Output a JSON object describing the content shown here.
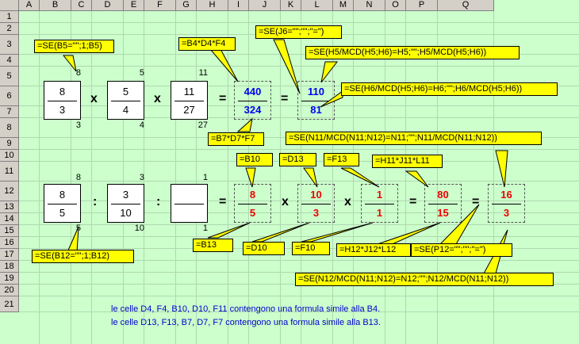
{
  "columns": [
    "A",
    "B",
    "C",
    "D",
    "E",
    "F",
    "G",
    "H",
    "I",
    "J",
    "K",
    "L",
    "M",
    "N",
    "O",
    "P",
    "Q"
  ],
  "rows": [
    "1",
    "2",
    "3",
    "4",
    "5",
    "6",
    "7",
    "8",
    "9",
    "10",
    "11",
    "12",
    "13",
    "14",
    "15",
    "16",
    "17",
    "18",
    "19",
    "20",
    "21"
  ],
  "row1": {
    "b_top": "8",
    "b_num": "8",
    "b_den": "3",
    "b_bot": "3",
    "d_top": "5",
    "d_num": "5",
    "d_den": "4",
    "d_bot": "4",
    "f_top": "11",
    "f_num": "11",
    "f_den": "27",
    "f_bot": "27",
    "h_num": "440",
    "h_den": "324",
    "j_num": "110",
    "j_den": "81",
    "op_times": "x",
    "op_eq": "="
  },
  "row2": {
    "b_top": "8",
    "b_num": "8",
    "b_den": "5",
    "b_bot": "5",
    "d_top": "3",
    "d_num": "3",
    "d_den": "10",
    "d_bot": "10",
    "f_top": "1",
    "f_bot": "1",
    "h_num": "8",
    "h_den": "5",
    "j_num": "10",
    "j_den": "3",
    "l_num": "1",
    "l_den": "1",
    "n_num": "80",
    "n_den": "15",
    "p_num": "16",
    "p_den": "3",
    "op_div": ":",
    "op_times": "x",
    "op_eq": "="
  },
  "callouts": {
    "c_b5": "=SE(B5=\"\";1;B5)",
    "c_h5": "=B4*D4*F4",
    "c_j6": "=SE(J6=\"\";\"\";\"=\")",
    "c_j5": "=SE(H5/MCD(H5;H6)=H5;\"\";H5/MCD(H5;H6))",
    "c_j6b": "=SE(H6/MCD(H5;H6)=H6;\"\";H6/MCD(H5;H6))",
    "c_h6": "=B7*D7*F7",
    "c_p11": "=SE(N11/MCD(N11;N12)=N11;\"\";N11/MCD(N11;N12))",
    "c_h11": "=B10",
    "c_j11": "=D13",
    "c_l11": "=F13",
    "c_n11": "=H11*J11*L11",
    "c_b12": "=SE(B12=\"\";1;B12)",
    "c_h12": "=B13",
    "c_j12": "=D10",
    "c_l12": "=F10",
    "c_n12": "=H12*J12*L12",
    "c_p12": "=SE(P12=\"\";\"\";\"=\")",
    "c_p12b": "=SE(N12/MCD(N11;N12)=N12;\"\";N12/MCD(N11;N12))"
  },
  "notes": {
    "line1": "le celle D4, F4, B10, D10, F11 contengono una formula simile alla B4.",
    "line2": "le celle D13, F13, B7, D7, F7 contengono una formula simile alla B13."
  },
  "colors": {
    "background": "#ccffcc",
    "callout": "#ffff00",
    "blue": "#0000ee",
    "red": "#ee0000"
  }
}
